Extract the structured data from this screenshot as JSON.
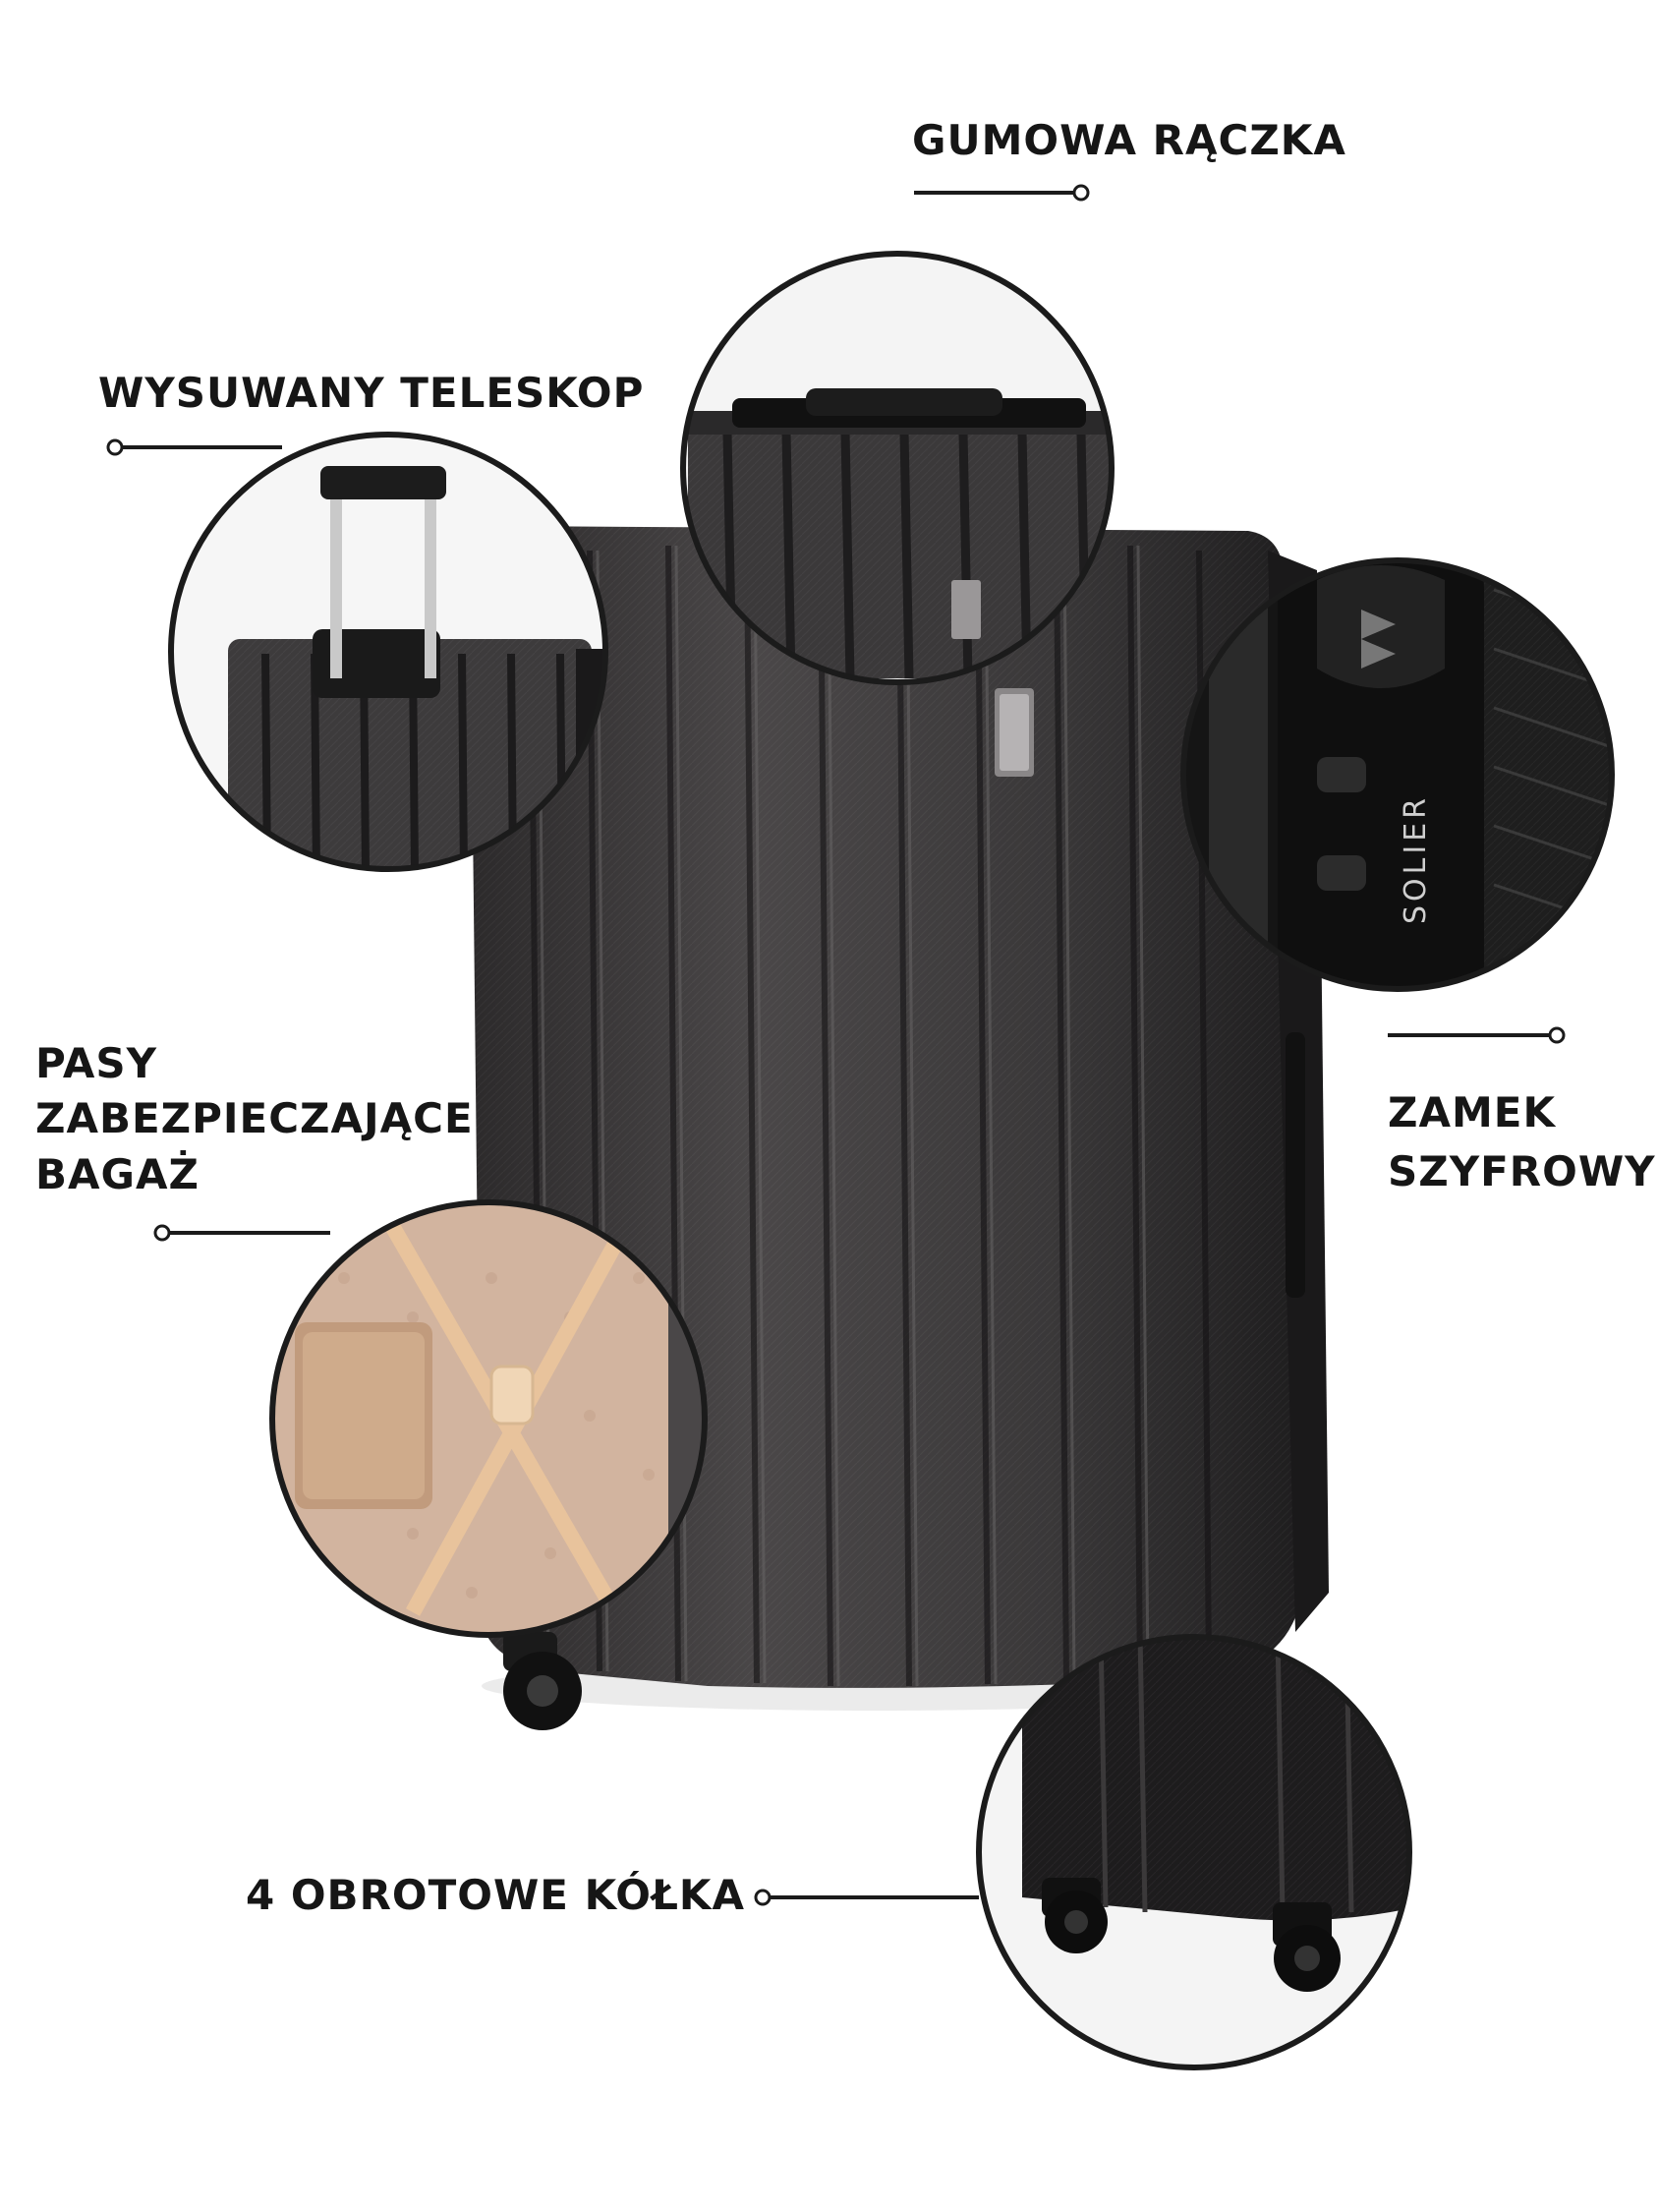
{
  "features": {
    "handle": "GUMOWA RĄCZKA",
    "telescope": "WYSUWANY TELESKOP",
    "straps_line1": "PASY",
    "straps_line2": "ZABEZPIECZAJĄCE",
    "straps_line3": "BAGAŻ",
    "lock_line1": "ZAMEK",
    "lock_line2": "SZYFROWY",
    "wheels": "4 OBROTOWE KÓŁKA"
  },
  "brand": {
    "logo_text": "SOLIER"
  },
  "colors": {
    "suitcase": "#3d3b3c",
    "suitcase_dark": "#222122",
    "lining": "#d2b49f",
    "strap": "#e8c39c",
    "circle_ring": "#1b1b1b",
    "text": "#161616"
  }
}
